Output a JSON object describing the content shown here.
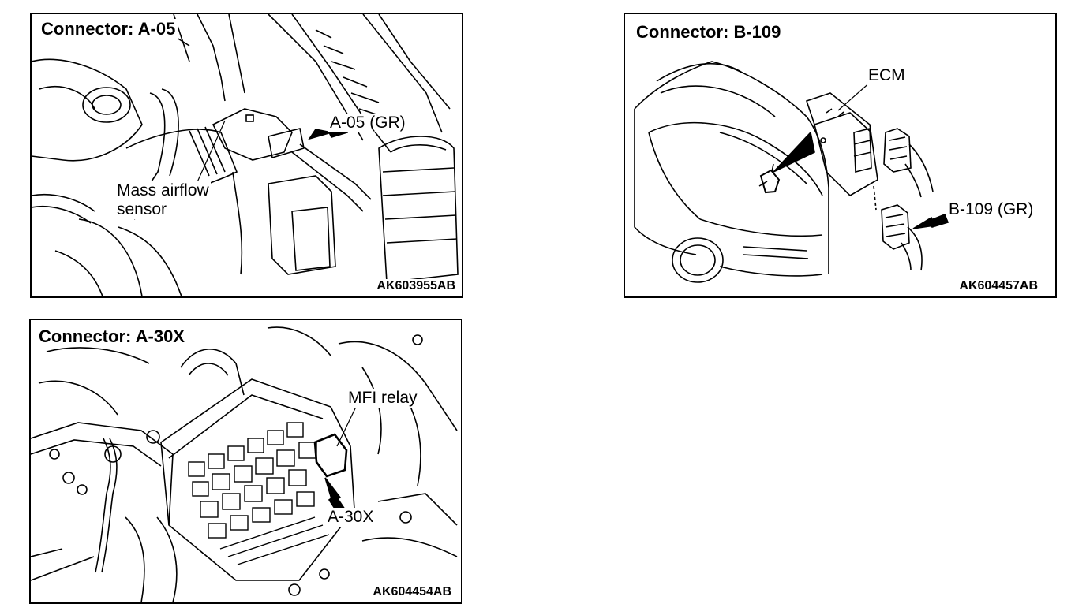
{
  "panels": {
    "a05": {
      "title": "Connector: A-05",
      "code": "AK603955AB",
      "labels": {
        "connector": "A-05 (GR)",
        "sensor_line1": "Mass airflow",
        "sensor_line2": "sensor"
      }
    },
    "b109": {
      "title": "Connector: B-109",
      "code": "AK604457AB",
      "labels": {
        "ecm": "ECM",
        "connector": "B-109 (GR)"
      }
    },
    "a30x": {
      "title": "Connector: A-30X",
      "code": "AK604454AB",
      "labels": {
        "relay": "MFI relay",
        "connector": "A-30X"
      }
    }
  },
  "colors": {
    "line": "#000000",
    "background": "#ffffff"
  }
}
